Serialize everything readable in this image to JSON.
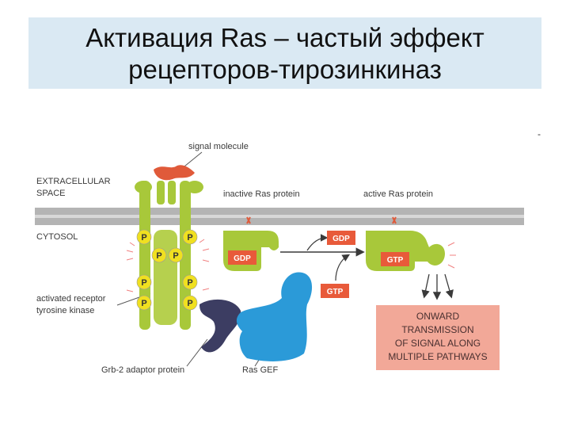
{
  "title": {
    "line1": "Активация Ras – частый эффект",
    "line2": "рецепторов-тирозинкиназ"
  },
  "colors": {
    "title_background": "#dae9f3",
    "membrane": "#b4b4b4",
    "receptor": "#a8c83a",
    "phosphate": "#f0e020",
    "signal_molecule": "#e05a3a",
    "grb2": "#3c3d62",
    "ras_gef": "#2b9ad8",
    "nucleotide_box": "#e85a3a",
    "onward_box": "#f2a898"
  },
  "labels": {
    "signal_molecule": "signal molecule",
    "extracellular_line1": "EXTRACELLULAR",
    "extracellular_line2": "SPACE",
    "cytosol": "CYTOSOL",
    "inactive_ras": "inactive Ras protein",
    "active_ras": "active Ras protein",
    "activated_receptor_line1": "activated receptor",
    "activated_receptor_line2": "tyrosine kinase",
    "grb2": "Grb-2 adaptor protein",
    "ras_gef": "Ras GEF",
    "phosphate": "P",
    "gdp_bound": "GDP",
    "gdp_released": "GDP",
    "gtp_incoming": "GTP",
    "gtp_bound": "GTP",
    "onward_line1": "ONWARD",
    "onward_line2": "TRANSMISSION",
    "onward_line3": "OF SIGNAL ALONG",
    "onward_line4": "MULTIPLE PATHWAYS",
    "corner_mark": "-"
  }
}
